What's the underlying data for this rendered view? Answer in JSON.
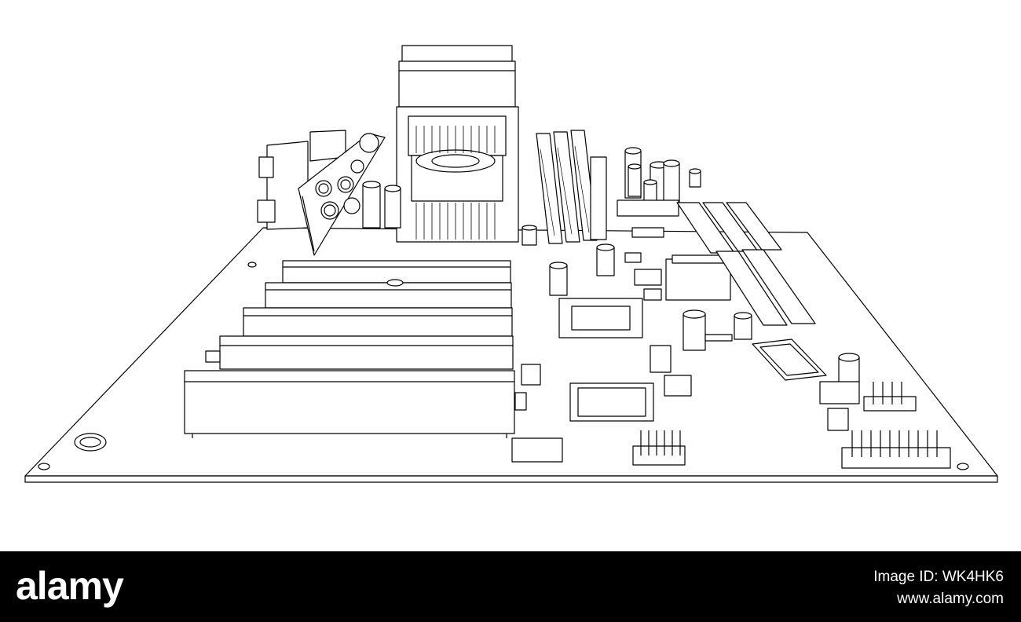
{
  "watermark": {
    "logo": "alamy",
    "image_id": "Image ID: WK4HK6",
    "url": "www.alamy.com"
  },
  "drawing": {
    "subject": "motherboard-wireframe",
    "stroke_color": "#000000",
    "fill_color": "#ffffff",
    "background": "#ffffff"
  },
  "branding": {
    "bar_color": "#000000",
    "text_color": "#ffffff"
  }
}
